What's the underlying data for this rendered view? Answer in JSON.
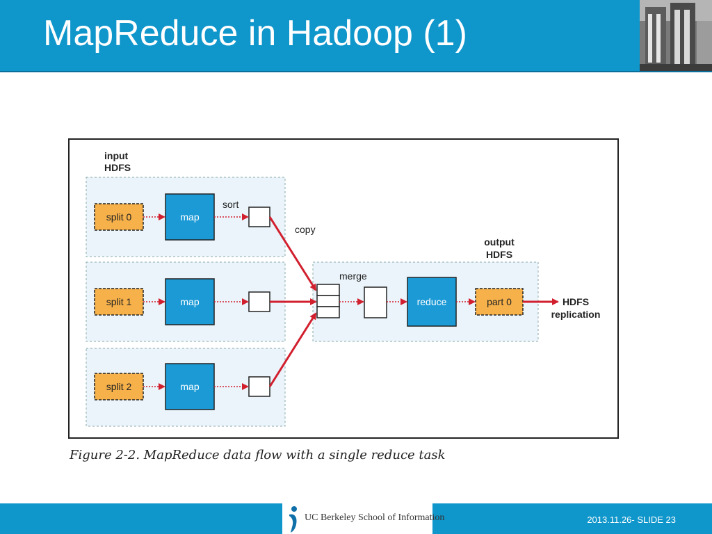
{
  "slide": {
    "title": "MapReduce in Hadoop (1)",
    "footer_text": "2013.11.26- SLIDE 23",
    "logo_text": "UC Berkeley School of Information"
  },
  "diagram": {
    "input_label_1": "input",
    "input_label_2": "HDFS",
    "output_label_1": "output",
    "output_label_2": "HDFS",
    "splits": [
      "split 0",
      "split 1",
      "split 2"
    ],
    "map_label": "map",
    "sort_label": "sort",
    "copy_label": "copy",
    "merge_label": "merge",
    "reduce_label": "reduce",
    "part_label": "part 0",
    "hdfs_label": "HDFS",
    "replication_label": "replication",
    "caption_prefix": "Figure 2-2.",
    "caption_text": "MapReduce data flow with a single reduce task"
  },
  "colors": {
    "header": "#0f96cb",
    "map_box": "#1b9ad6",
    "split_box": "#f6b14a",
    "arrow": "#d21f2e",
    "region_bg": "#eaf4fa"
  }
}
